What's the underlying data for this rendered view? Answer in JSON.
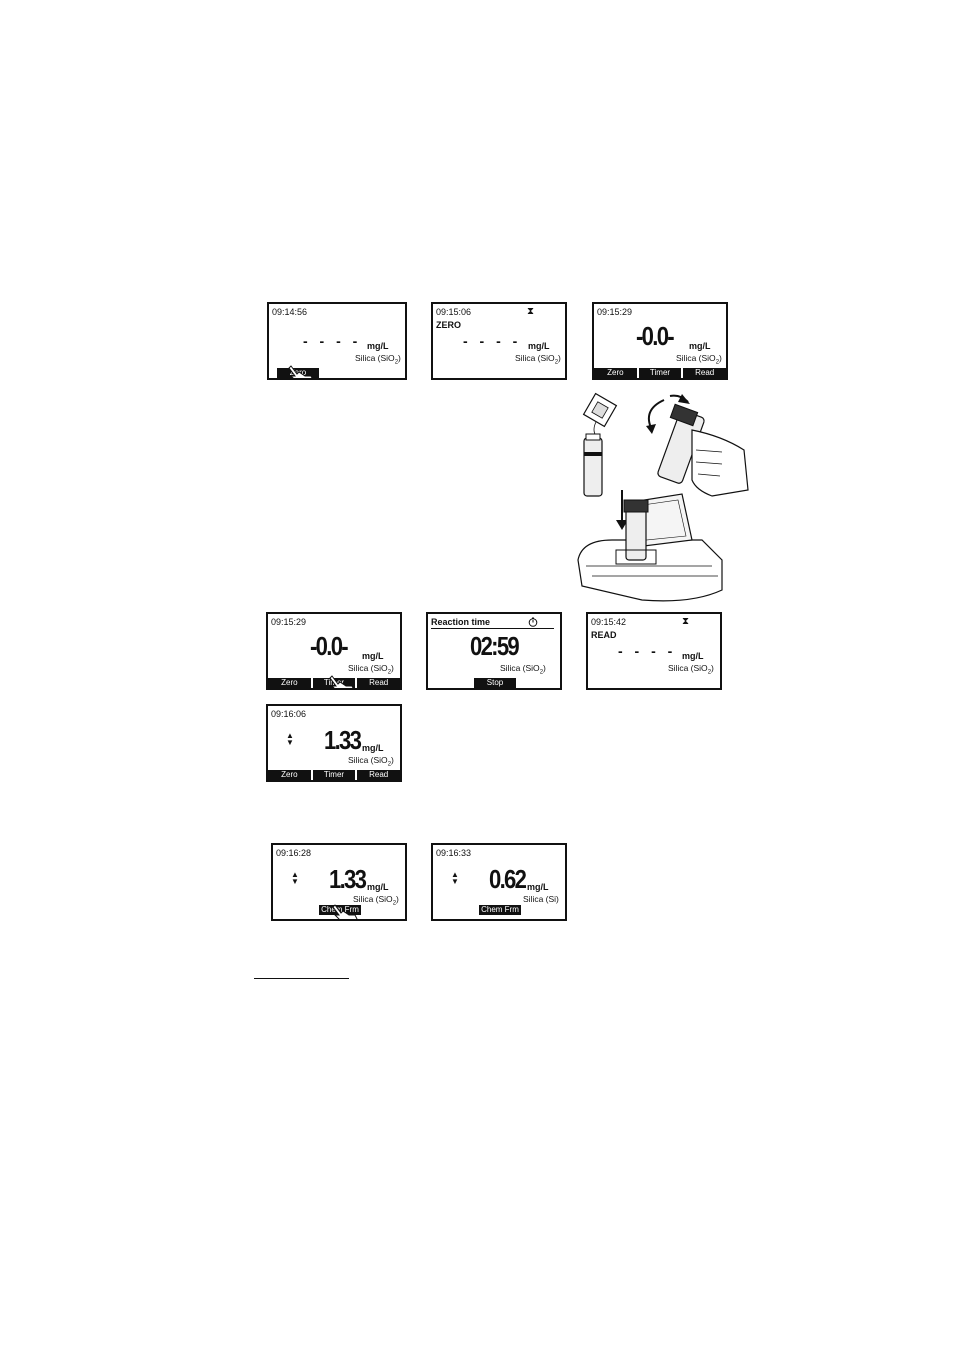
{
  "screens": {
    "s1": {
      "time": "09:14:56",
      "dashes": "- - - -",
      "unit": "mg/L",
      "param": "Silica (SiO",
      "sub": "2",
      "key": "Zero"
    },
    "s2": {
      "time": "09:15:06",
      "status": "ZERO",
      "hourglass": "⧗",
      "dashes": "- - - -",
      "unit": "mg/L",
      "param": "Silica (SiO",
      "sub": "2"
    },
    "s3": {
      "time": "09:15:29",
      "value": "-0.0-",
      "unit": "mg/L",
      "param": "Silica (SiO",
      "sub": "2",
      "keys": [
        "Zero",
        "Timer",
        "Read"
      ]
    },
    "s4": {
      "time": "09:15:29",
      "value": "-0.0-",
      "unit": "mg/L",
      "param": "Silica (SiO",
      "sub": "2",
      "keys": [
        "Zero",
        "Timer",
        "Read"
      ]
    },
    "s5": {
      "title": "Reaction time",
      "value": "02:59",
      "param": "Silica (SiO",
      "sub": "2",
      "key": "Stop"
    },
    "s6": {
      "time": "09:15:42",
      "status": "READ",
      "hourglass": "⧗",
      "dashes": "- - - -",
      "unit": "mg/L",
      "param": "Silica (SiO",
      "sub": "2"
    },
    "s7": {
      "time": "09:16:06",
      "value": "1.33",
      "unit": "mg/L",
      "param": "Silica (SiO",
      "sub": "2",
      "keys": [
        "Zero",
        "Timer",
        "Read"
      ]
    },
    "s8": {
      "time": "09:16:28",
      "value": "1.33",
      "unit": "mg/L",
      "param": "Silica (SiO",
      "sub": "2",
      "key": "Chem Frm"
    },
    "s9": {
      "time": "09:16:33",
      "value": "0.62",
      "unit": "mg/L",
      "param": "Silica (Si)",
      "key": "Chem Frm"
    }
  },
  "icons": {
    "hourglass": "hourglass-icon",
    "stopwatch": "stopwatch-icon",
    "arrows": "up-down-arrows-icon",
    "hand": "pointing-hand-icon"
  }
}
